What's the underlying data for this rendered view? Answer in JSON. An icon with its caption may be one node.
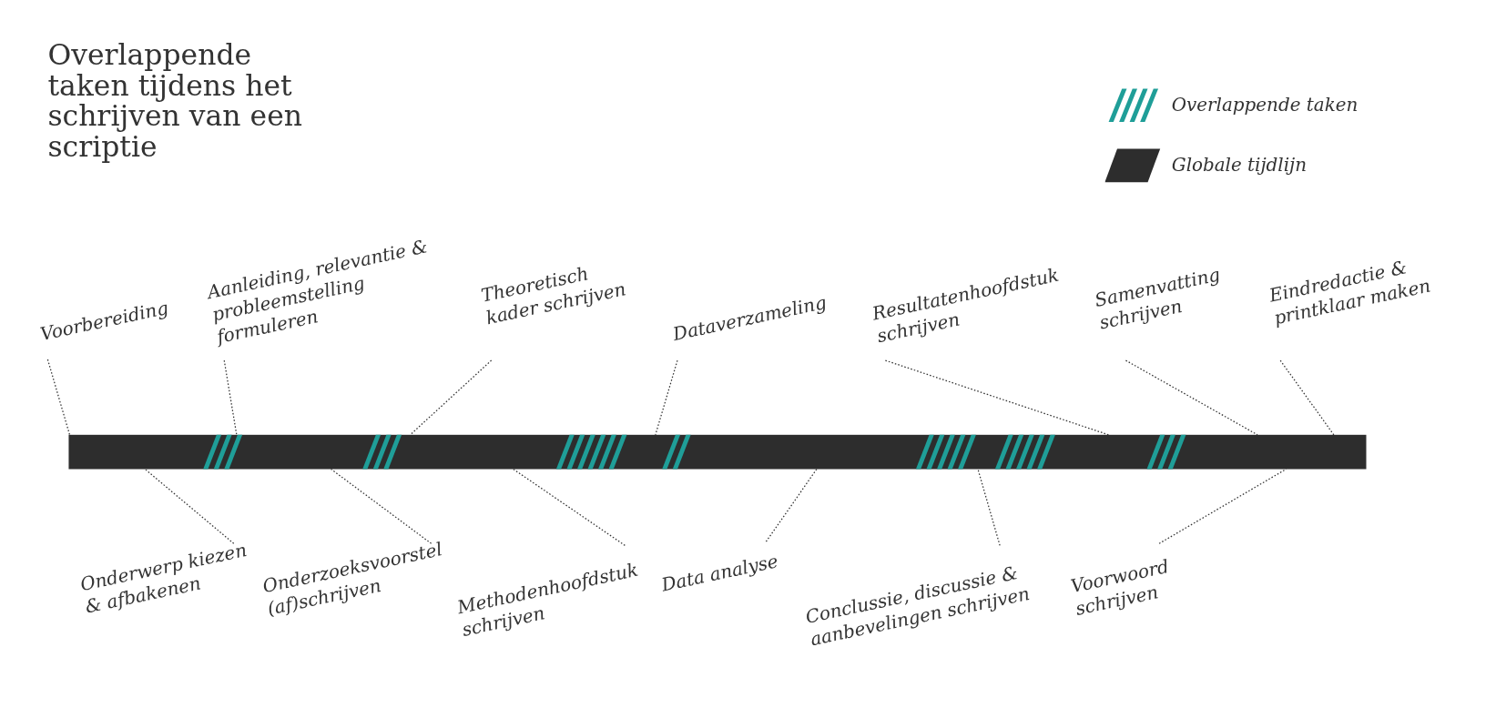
{
  "diagram": {
    "title": "Overlappende taken tijdens het schrijven van een scriptie",
    "nodes": [
      {
        "text": [
          "Voorbereiding"
        ]
      },
      {
        "text": [
          "Aanleiding, relevantie & probleemstelling formuleren"
        ]
      },
      {
        "text": [
          "Theoretisch kader schrijven"
        ]
      },
      {
        "text": [
          "Dataverzameling"
        ]
      },
      {
        "text": [
          "Resultatenhoofdstuk schrijven"
        ]
      },
      {
        "text": [
          "Samenvatting schrijven"
        ]
      },
      {
        "text": [
          "Eindredactie & printklaar maken"
        ]
      },
      {
        "text": [],
        "shape": "bar"
      },
      {
        "text": [
          "Onderwerp kiezen & afbakenen"
        ]
      },
      {
        "text": [
          "Onderzoeksvoorstel (af)schrijven"
        ]
      },
      {
        "text": [
          "Methodenhoofdstuk schrijven"
        ]
      },
      {
        "text": [
          "Data analyse"
        ]
      },
      {
        "text": [
          "Conclussie, discussie & aanbevelingen schrijven"
        ]
      },
      {
        "text": [
          "Voorwoord schrijven"
        ]
      }
    ],
    "edges": [
      {
        "from": 0,
        "to": 7,
        "arrow": "none"
      },
      {
        "from": 1,
        "to": 7,
        "arrow": "none"
      },
      {
        "from": 2,
        "to": 7,
        "arrow": "none"
      },
      {
        "from": 3,
        "to": 7,
        "arrow": "none"
      },
      {
        "from": 4,
        "to": 7,
        "arrow": "none"
      },
      {
        "from": 5,
        "to": 7,
        "arrow": "none"
      },
      {
        "from": 6,
        "to": 7,
        "arrow": "none"
      },
      {
        "from": 8,
        "to": 7,
        "arrow": "none"
      },
      {
        "from": 9,
        "to": 7,
        "arrow": "none"
      },
      {
        "from": 10,
        "to": 7,
        "arrow": "none"
      },
      {
        "from": 11,
        "to": 7,
        "arrow": "none"
      },
      {
        "from": 12,
        "to": 7,
        "arrow": "none"
      },
      {
        "from": 13,
        "to": 7,
        "arrow": "none"
      }
    ],
    "legend": [
      {
        "text": "Overlappende taken"
      },
      {
        "text": "Globale tijdlijn",
        "color": "#2d2d2d"
      }
    ]
  }
}
